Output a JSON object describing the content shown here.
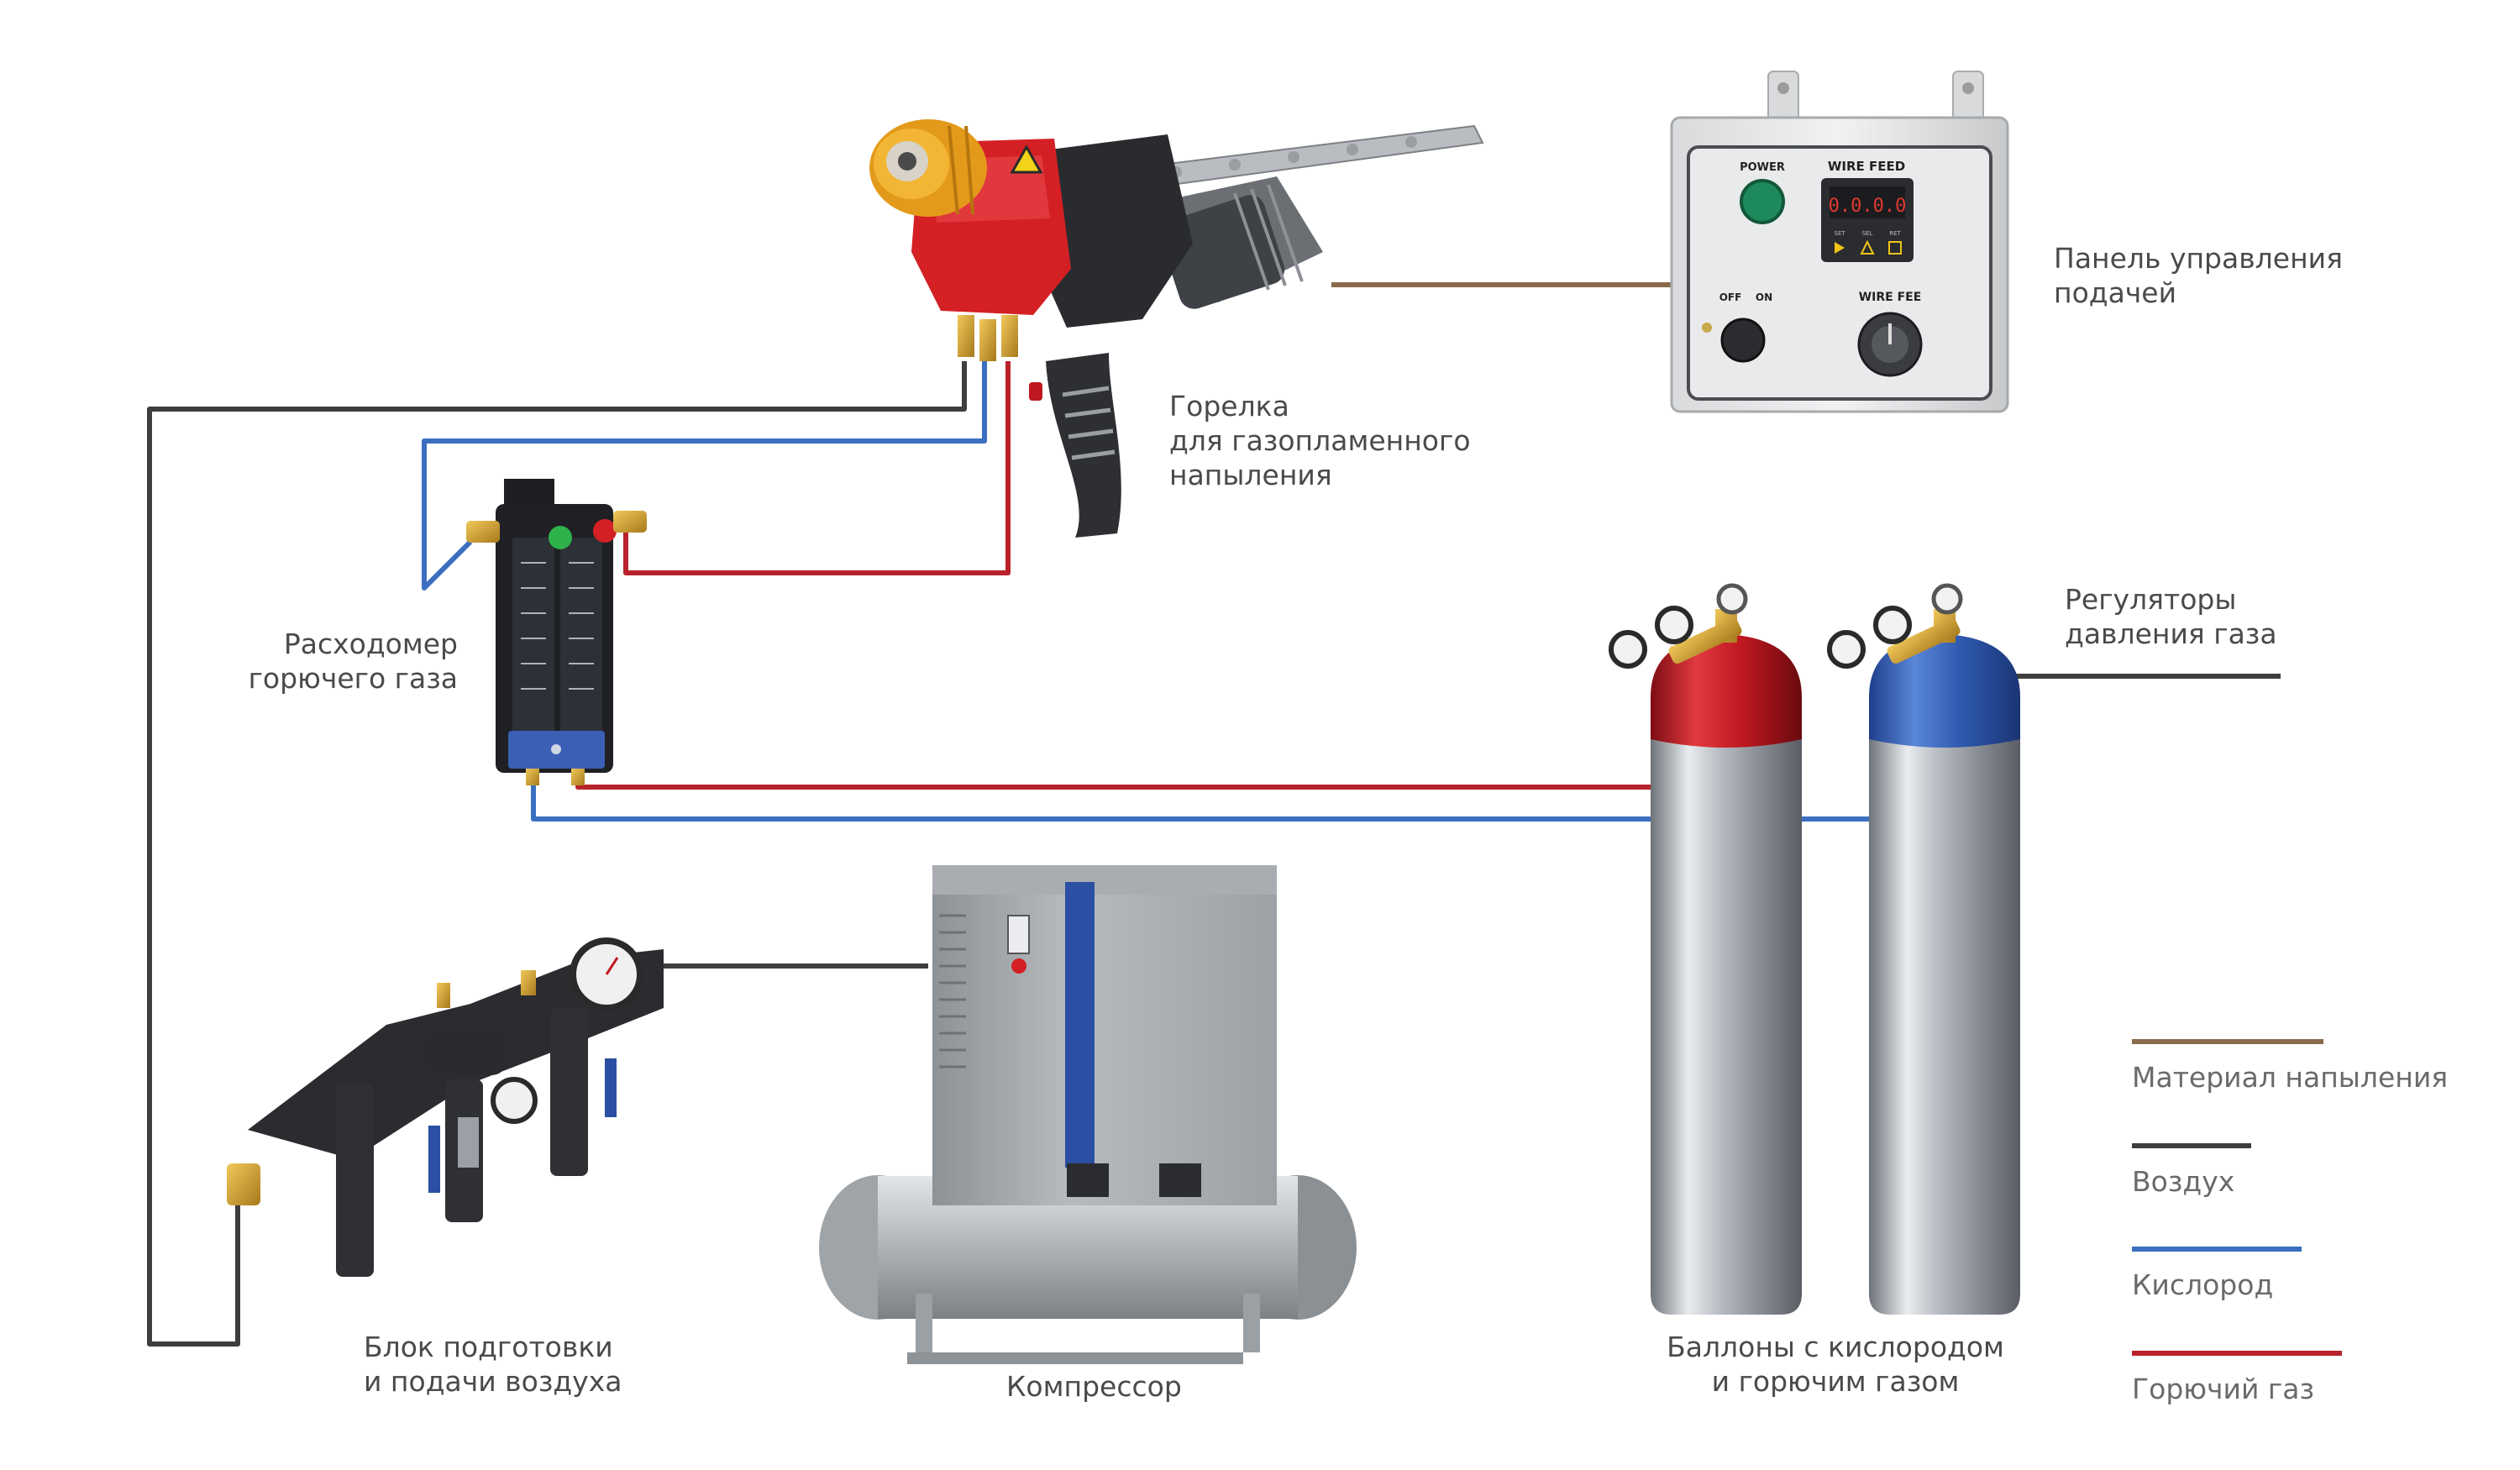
{
  "colors": {
    "material": "#8a6a4c",
    "air": "#3e3e3e",
    "oxygen": "#3b6fbf",
    "fuel": "#b8232b"
  },
  "labels": {
    "torch": [
      "Горелка",
      "для газопламенного",
      "напыления"
    ],
    "control_panel": [
      "Панель управления",
      "подачей"
    ],
    "flowmeter": [
      "Расходомер",
      "горючего газа"
    ],
    "regulators": [
      "Регуляторы",
      "давления газа"
    ],
    "air_unit": [
      "Блок подготовки",
      "и подачи воздуха"
    ],
    "compressor": [
      "Компрессор"
    ],
    "cylinders": [
      "Баллоны с кислородом",
      "и горючим газом"
    ]
  },
  "control_panel_face": {
    "power": "POWER",
    "wire_feed": "WIRE FEED",
    "display": "0.0.0.0",
    "off": "OFF",
    "on": "ON",
    "wire_fee": "WIRE FEE",
    "btn_set": "SET",
    "btn_sel": "SEL",
    "btn_ret": "RET"
  },
  "legend": [
    {
      "label": "Материал напыления",
      "color": "#8a6a4c"
    },
    {
      "label": "Воздух",
      "color": "#3e3e3e"
    },
    {
      "label": "Кислород",
      "color": "#3b6fbf"
    },
    {
      "label": "Горючий газ",
      "color": "#b8232b"
    }
  ]
}
